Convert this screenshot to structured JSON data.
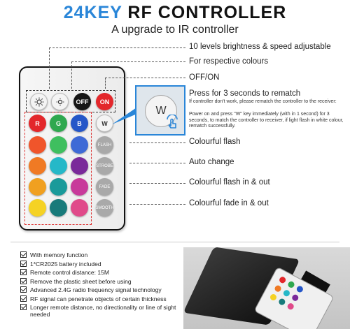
{
  "header": {
    "title_accent": "24KEY",
    "title_rest": "RF CONTROLLER",
    "subtitle": "A upgrade to IR controller"
  },
  "remote": {
    "top_row": [
      {
        "label": "",
        "icon": "brightness-up-icon",
        "style": "white"
      },
      {
        "label": "",
        "icon": "brightness-down-icon",
        "style": "white"
      },
      {
        "label": "OFF",
        "style": "black"
      },
      {
        "label": "ON",
        "style": "red"
      }
    ],
    "color_rows": [
      [
        {
          "label": "R",
          "color": "#e3272b"
        },
        {
          "label": "G",
          "color": "#2fa84f"
        },
        {
          "label": "B",
          "color": "#2456c8"
        }
      ],
      [
        {
          "label": "",
          "color": "#f0552b"
        },
        {
          "label": "",
          "color": "#3fbf5f"
        },
        {
          "label": "",
          "color": "#3e6ad6"
        }
      ],
      [
        {
          "label": "",
          "color": "#f07a24"
        },
        {
          "label": "",
          "color": "#25b8c8"
        },
        {
          "label": "",
          "color": "#7a2a9a"
        }
      ],
      [
        {
          "label": "",
          "color": "#f0a020"
        },
        {
          "label": "",
          "color": "#1a9a9a"
        },
        {
          "label": "",
          "color": "#c83a9a"
        }
      ],
      [
        {
          "label": "",
          "color": "#f5d224"
        },
        {
          "label": "",
          "color": "#187a7a"
        },
        {
          "label": "",
          "color": "#e04a8a"
        }
      ]
    ],
    "side_buttons": [
      {
        "label": "W",
        "style": "white"
      },
      {
        "label": "FLASH",
        "style": "grey"
      },
      {
        "label": "STROBE",
        "style": "grey"
      },
      {
        "label": "FADE",
        "style": "grey"
      },
      {
        "label": "SMOOTH",
        "style": "grey"
      }
    ]
  },
  "callouts": {
    "brightness": "10 levels brightness & speed adjustable",
    "colours": "For respective colours",
    "offon": "OFF/ON",
    "rematch": "Press for 3 seconds to rematch",
    "rematch_note1": "If controller don't work, please rematch the controller to the receiver:",
    "rematch_note2": "Power on and press \"W\" key immediately (with in 1 second) for 3 seconds, to match the controller to receiver, if light flash in white colour, rematch successfully.",
    "flash": "Colourful flash",
    "strobe": "Auto change",
    "fade": "Colourful flash in & out",
    "smooth": "Colourful fade in & out"
  },
  "zoom": {
    "key": "W"
  },
  "features": [
    "With memory function",
    "1*CR2025 battery included",
    "Remote control distance: 15M",
    "Remove the plastic sheet before using",
    "Advanced 2.4G radio frequency signal technology",
    "RF signal can penetrate objects of certain thickness",
    "Longer remote distance, no directionality or line of sight needed"
  ],
  "colors": {
    "accent": "#2a86d8"
  }
}
